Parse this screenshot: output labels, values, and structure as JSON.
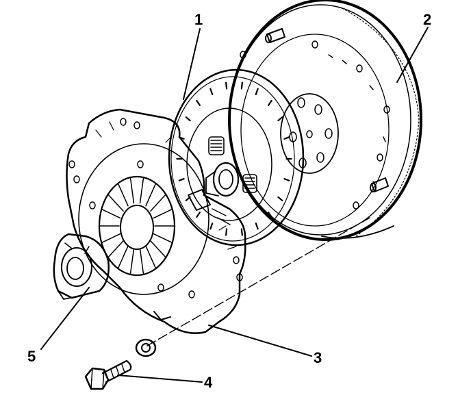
{
  "diagram": {
    "style": "black-line exploded technical illustration",
    "ink_color": "#000000",
    "background_color": "#ffffff",
    "callouts": [
      {
        "id": "1",
        "label": "1"
      },
      {
        "id": "2",
        "label": "2"
      },
      {
        "id": "3",
        "label": "3"
      },
      {
        "id": "4",
        "label": "4"
      },
      {
        "id": "5",
        "label": "5"
      }
    ]
  }
}
